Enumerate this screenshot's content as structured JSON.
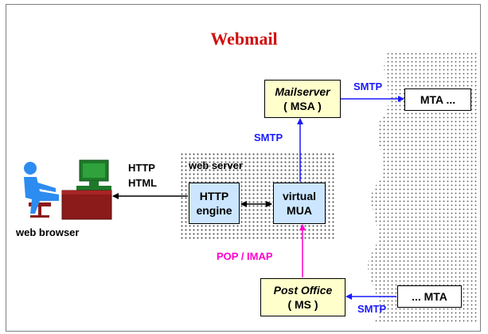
{
  "title": "Webmail",
  "boxes": {
    "mailserver": {
      "line1": "Mailserver",
      "line2": "( MSA )"
    },
    "mta_top": {
      "label": "MTA ..."
    },
    "http_engine": {
      "line1": "HTTP",
      "line2": "engine"
    },
    "virtual_mua": {
      "line1": "virtual",
      "line2": "MUA"
    },
    "post_office": {
      "line1": "Post Office",
      "line2": "( MS )"
    },
    "mta_bottom": {
      "label": "... MTA"
    }
  },
  "labels": {
    "smtp_top": "SMTP",
    "smtp_middle": "SMTP",
    "smtp_bottom": "SMTP",
    "pop_imap": "POP / IMAP",
    "http": "HTTP",
    "html": "HTML",
    "web_server": "web server",
    "web_browser": "web browser"
  },
  "colors": {
    "title": "#d01010",
    "smtp": "#1a1aff",
    "pop_imap": "#ff00cc",
    "box_yellow": "#ffffcc",
    "box_blue": "#cce6ff"
  },
  "icons": {
    "browser": "user-at-computer-icon"
  }
}
